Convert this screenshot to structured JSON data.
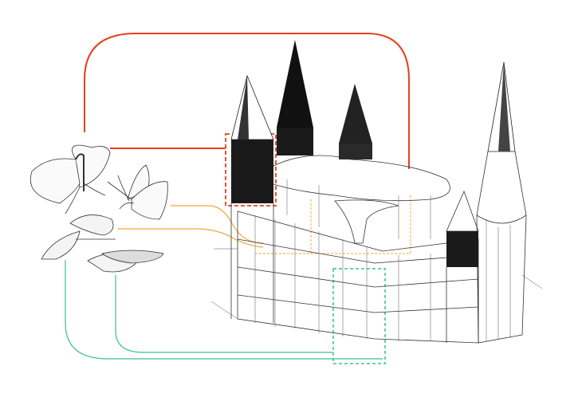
{
  "colors": {
    "red": "#e8401c",
    "orange": "#f0a830",
    "green": "#3dbf8f",
    "ink": "#222222",
    "background": "#ffffff"
  },
  "icons": [
    "butterfly-open-wings",
    "butterfly-side",
    "chrysalis-on-leaf",
    "caterpillar-on-leaf",
    "castle-building"
  ]
}
